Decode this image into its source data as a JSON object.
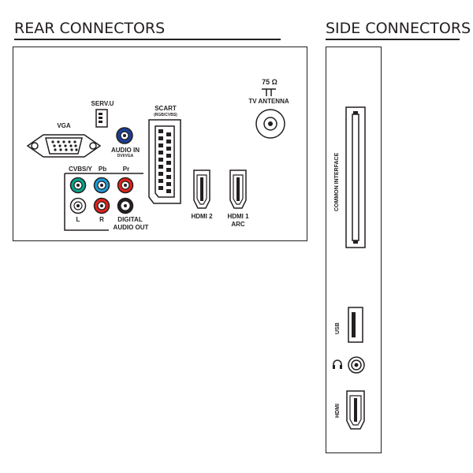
{
  "rear": {
    "title": "REAR CONNECTORS",
    "labels": {
      "vga": "VGA",
      "serv_u": "SERV.U",
      "audio_in": "AUDIO IN",
      "audio_in_sub": "DVI/VGA",
      "scart": "SCART",
      "scart_sub": "(RGB/CVBS)",
      "ohm": "75 Ω",
      "tv_antenna": "TV ANTENNA",
      "cvbs_y": "CVBS/Y",
      "pb": "Pb",
      "pr": "Pr",
      "l": "L",
      "r": "R",
      "digital": "DIGITAL",
      "audio_out": "AUDIO OUT",
      "hdmi2": "HDMI 2",
      "hdmi1": "HDMI 1",
      "arc": "ARC"
    }
  },
  "side": {
    "title": "SIDE CONNECTORS",
    "labels": {
      "common_interface": "COMMON INTERFACE",
      "usb": "USB",
      "hdmi": "HDMI"
    }
  },
  "colors": {
    "line": "#231f20",
    "green": "#00a88f",
    "blue": "#1d9bd7",
    "red": "#e2231a",
    "navy": "#1a3f95",
    "white": "#ffffff",
    "black": "#231f20"
  },
  "icons": [
    "vga-port-icon",
    "service-port-icon",
    "audio-in-jack-icon",
    "scart-port-icon",
    "antenna-port-icon",
    "rca-jack-icon",
    "digital-audio-out-icon",
    "hdmi-port-icon",
    "common-interface-slot-icon",
    "usb-port-icon",
    "headphone-icon",
    "headphone-jack-icon"
  ]
}
